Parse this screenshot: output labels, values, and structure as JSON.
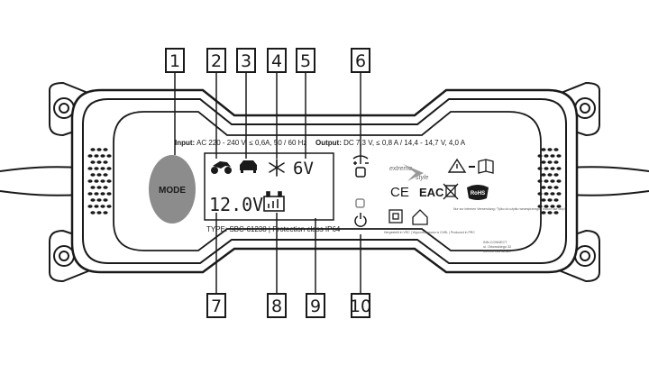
{
  "callouts": [
    "1",
    "2",
    "3",
    "4",
    "5",
    "6",
    "7",
    "8",
    "9",
    "10"
  ],
  "mode_button": {
    "label": "MODE"
  },
  "input_spec": {
    "prefix": "Input:",
    "text": "AC 220 - 240 V, ≤ 0,6A, 50 / 60 Hz"
  },
  "output_spec": {
    "prefix": "Output:",
    "text": "DC 7,3 V, ≤ 0,8 A / 14,4 - 14,7 V, 4,0 A"
  },
  "display": {
    "voltage_select": "6V",
    "battery_voltage": "12.0V"
  },
  "type_line": "TYPE: SBC-61238  |  Protection class IP64",
  "brand": {
    "line1": "extreme",
    "line2": "style"
  },
  "marks": {
    "ce": "CE",
    "eac": "EAC",
    "rohs": "RoHS"
  },
  "small_print": {
    "manual_note": "Nur zur internen Verwendung / Tylko do użytku wewnętrznego / Indoor use only!",
    "made_in": "Hergestellt in VRC  |  Wyprodukowano w ChRL  |  Produced in PRC",
    "importer": [
      "INN-CONNECT",
      "ul. Orłowskiego 32",
      "04-000 Warszawa"
    ]
  },
  "colors": {
    "line": "#1a1a1a",
    "mode_button": "#8c8c8c",
    "background": "#ffffff"
  }
}
